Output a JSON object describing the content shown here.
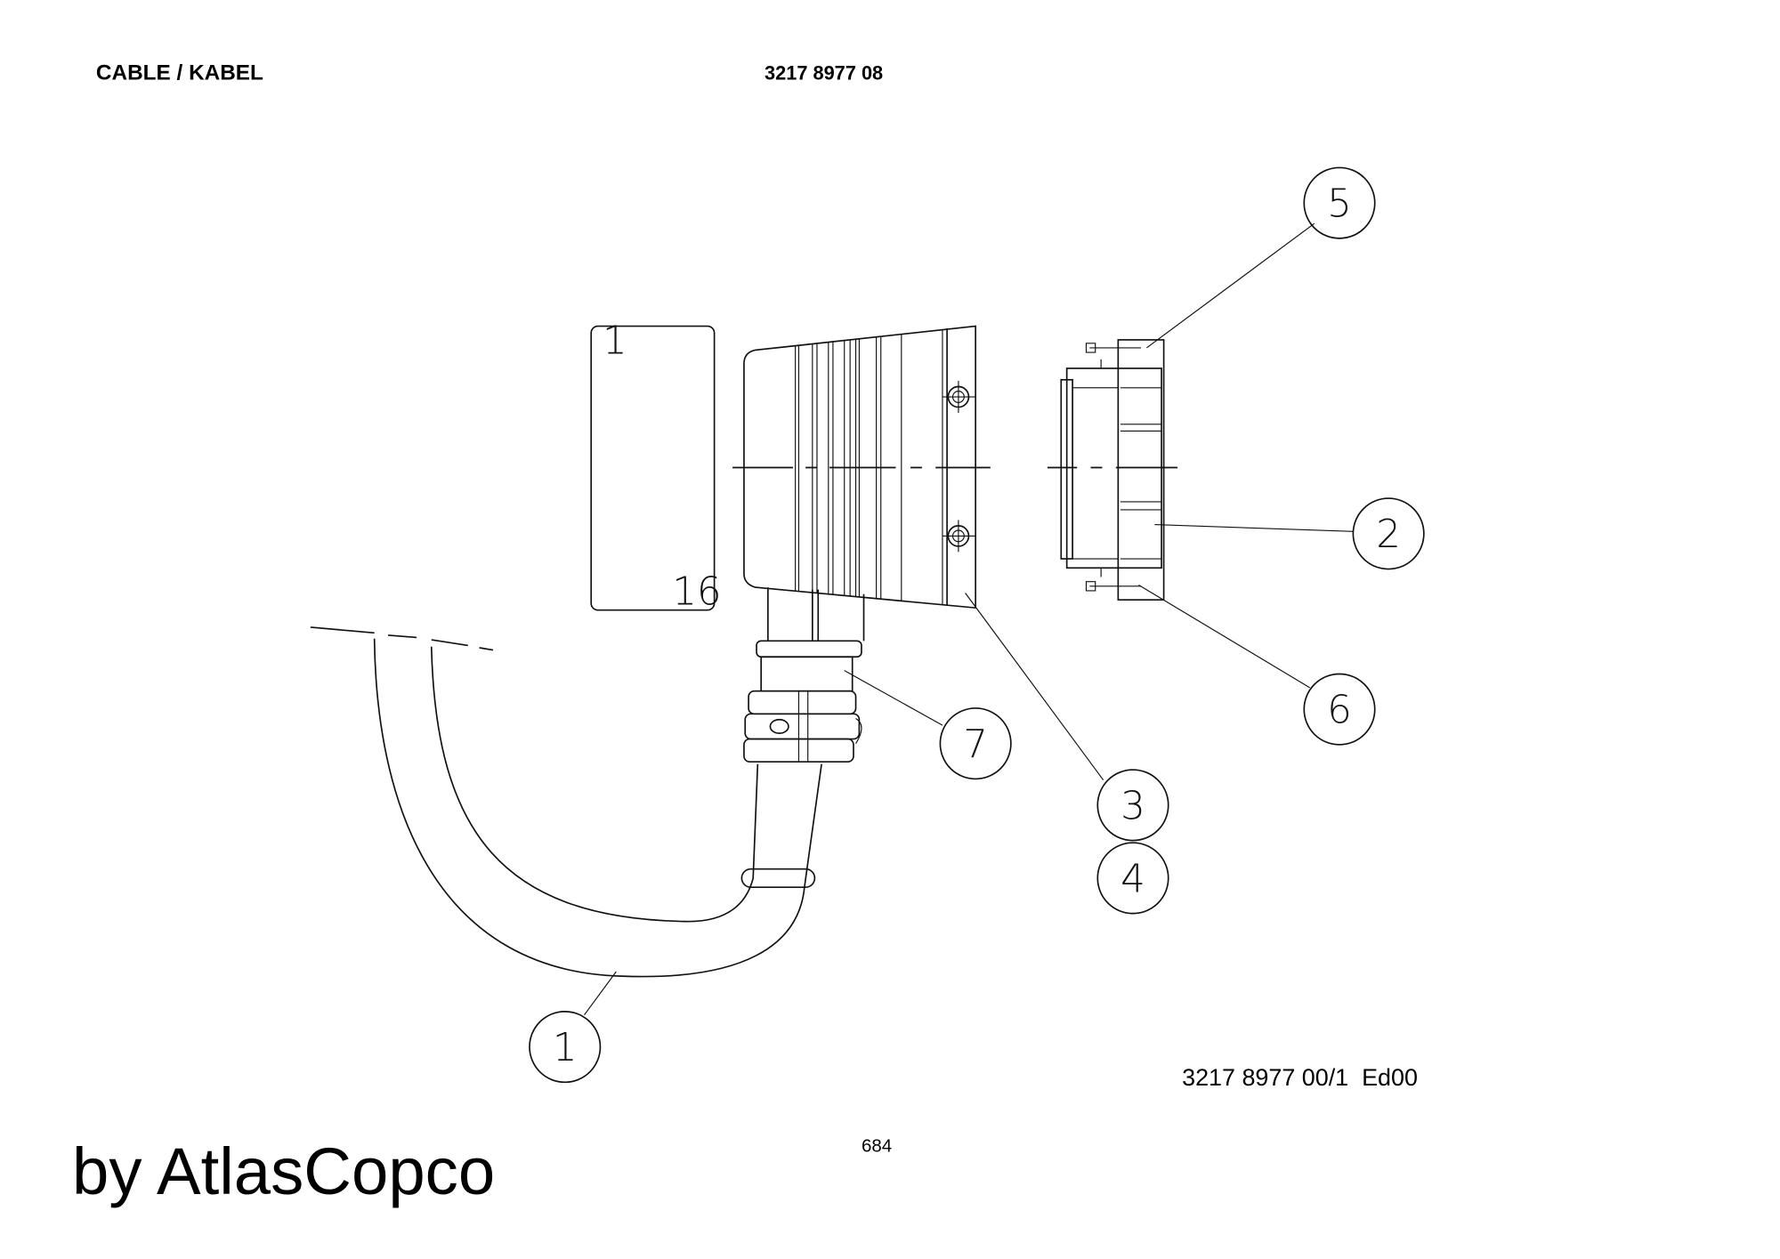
{
  "header": {
    "title": "CABLE / KABEL",
    "part_number": "3217 8977 08"
  },
  "drawing": {
    "pin_label_start": "1",
    "pin_label_end": "16",
    "balloons": [
      "1",
      "2",
      "3",
      "4",
      "5",
      "6",
      "7"
    ]
  },
  "footer": {
    "drawing_ref": "3217 8977 00/1  Ed00",
    "page_number": "684",
    "watermark": "by AtlasCopco"
  }
}
